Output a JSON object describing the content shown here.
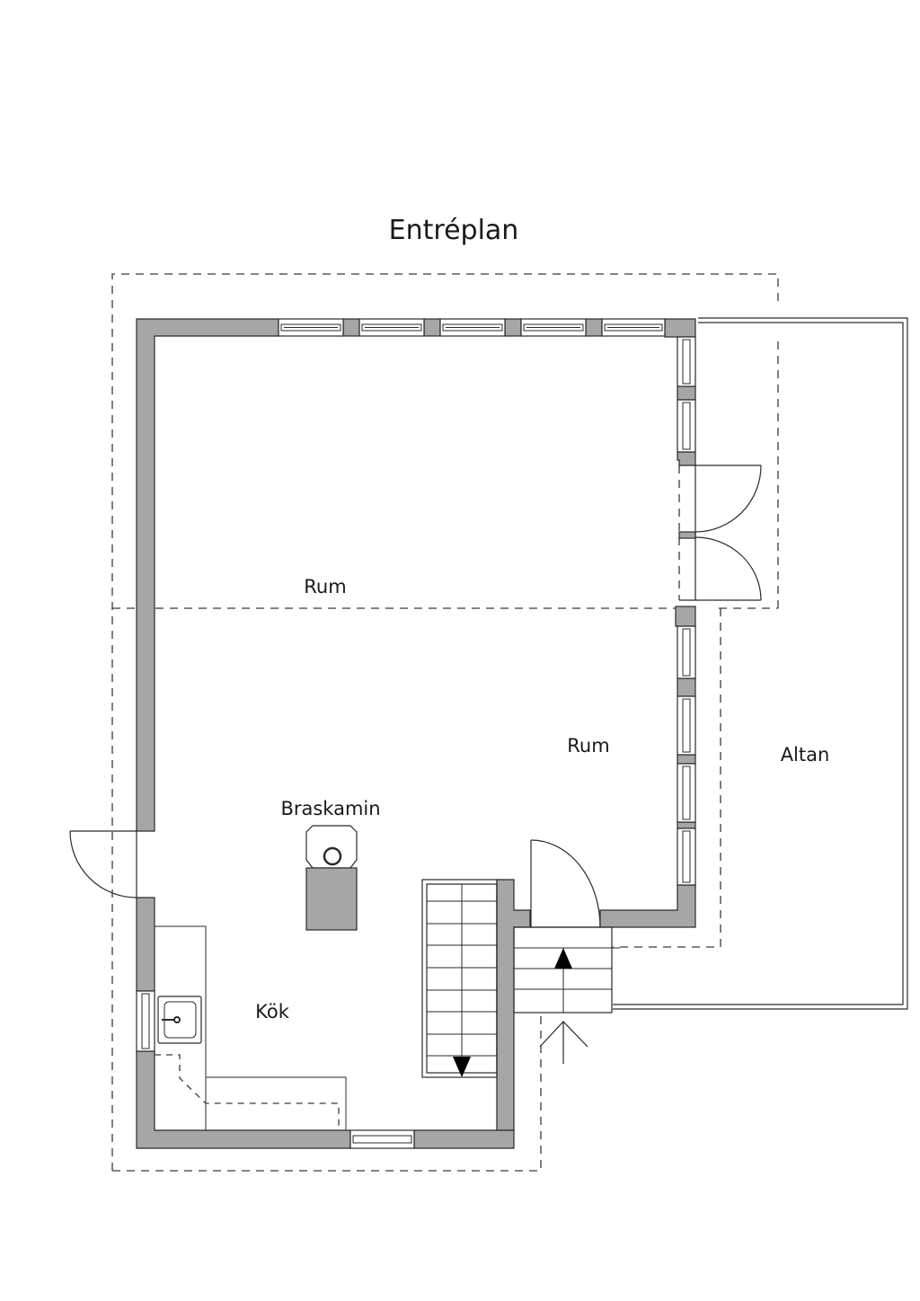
{
  "plan": {
    "title": "Entréplan",
    "rooms": [
      {
        "id": "rum-upper",
        "label": "Rum"
      },
      {
        "id": "rum-lower",
        "label": "Rum"
      },
      {
        "id": "altan",
        "label": "Altan"
      },
      {
        "id": "braskamin",
        "label": "Braskamin"
      },
      {
        "id": "kok",
        "label": "Kök"
      }
    ],
    "symbols": {
      "wall": "wall-fill",
      "window": "window-icon",
      "door": "door-swing-icon",
      "stairs": "stairs-icon",
      "stove": "wood-stove-icon",
      "sink": "sink-icon",
      "entrance_arrow": "entrance-arrow-icon"
    },
    "colors": {
      "wall": "#a6a6a6",
      "line": "#2a2a2a",
      "background": "#ffffff"
    }
  }
}
